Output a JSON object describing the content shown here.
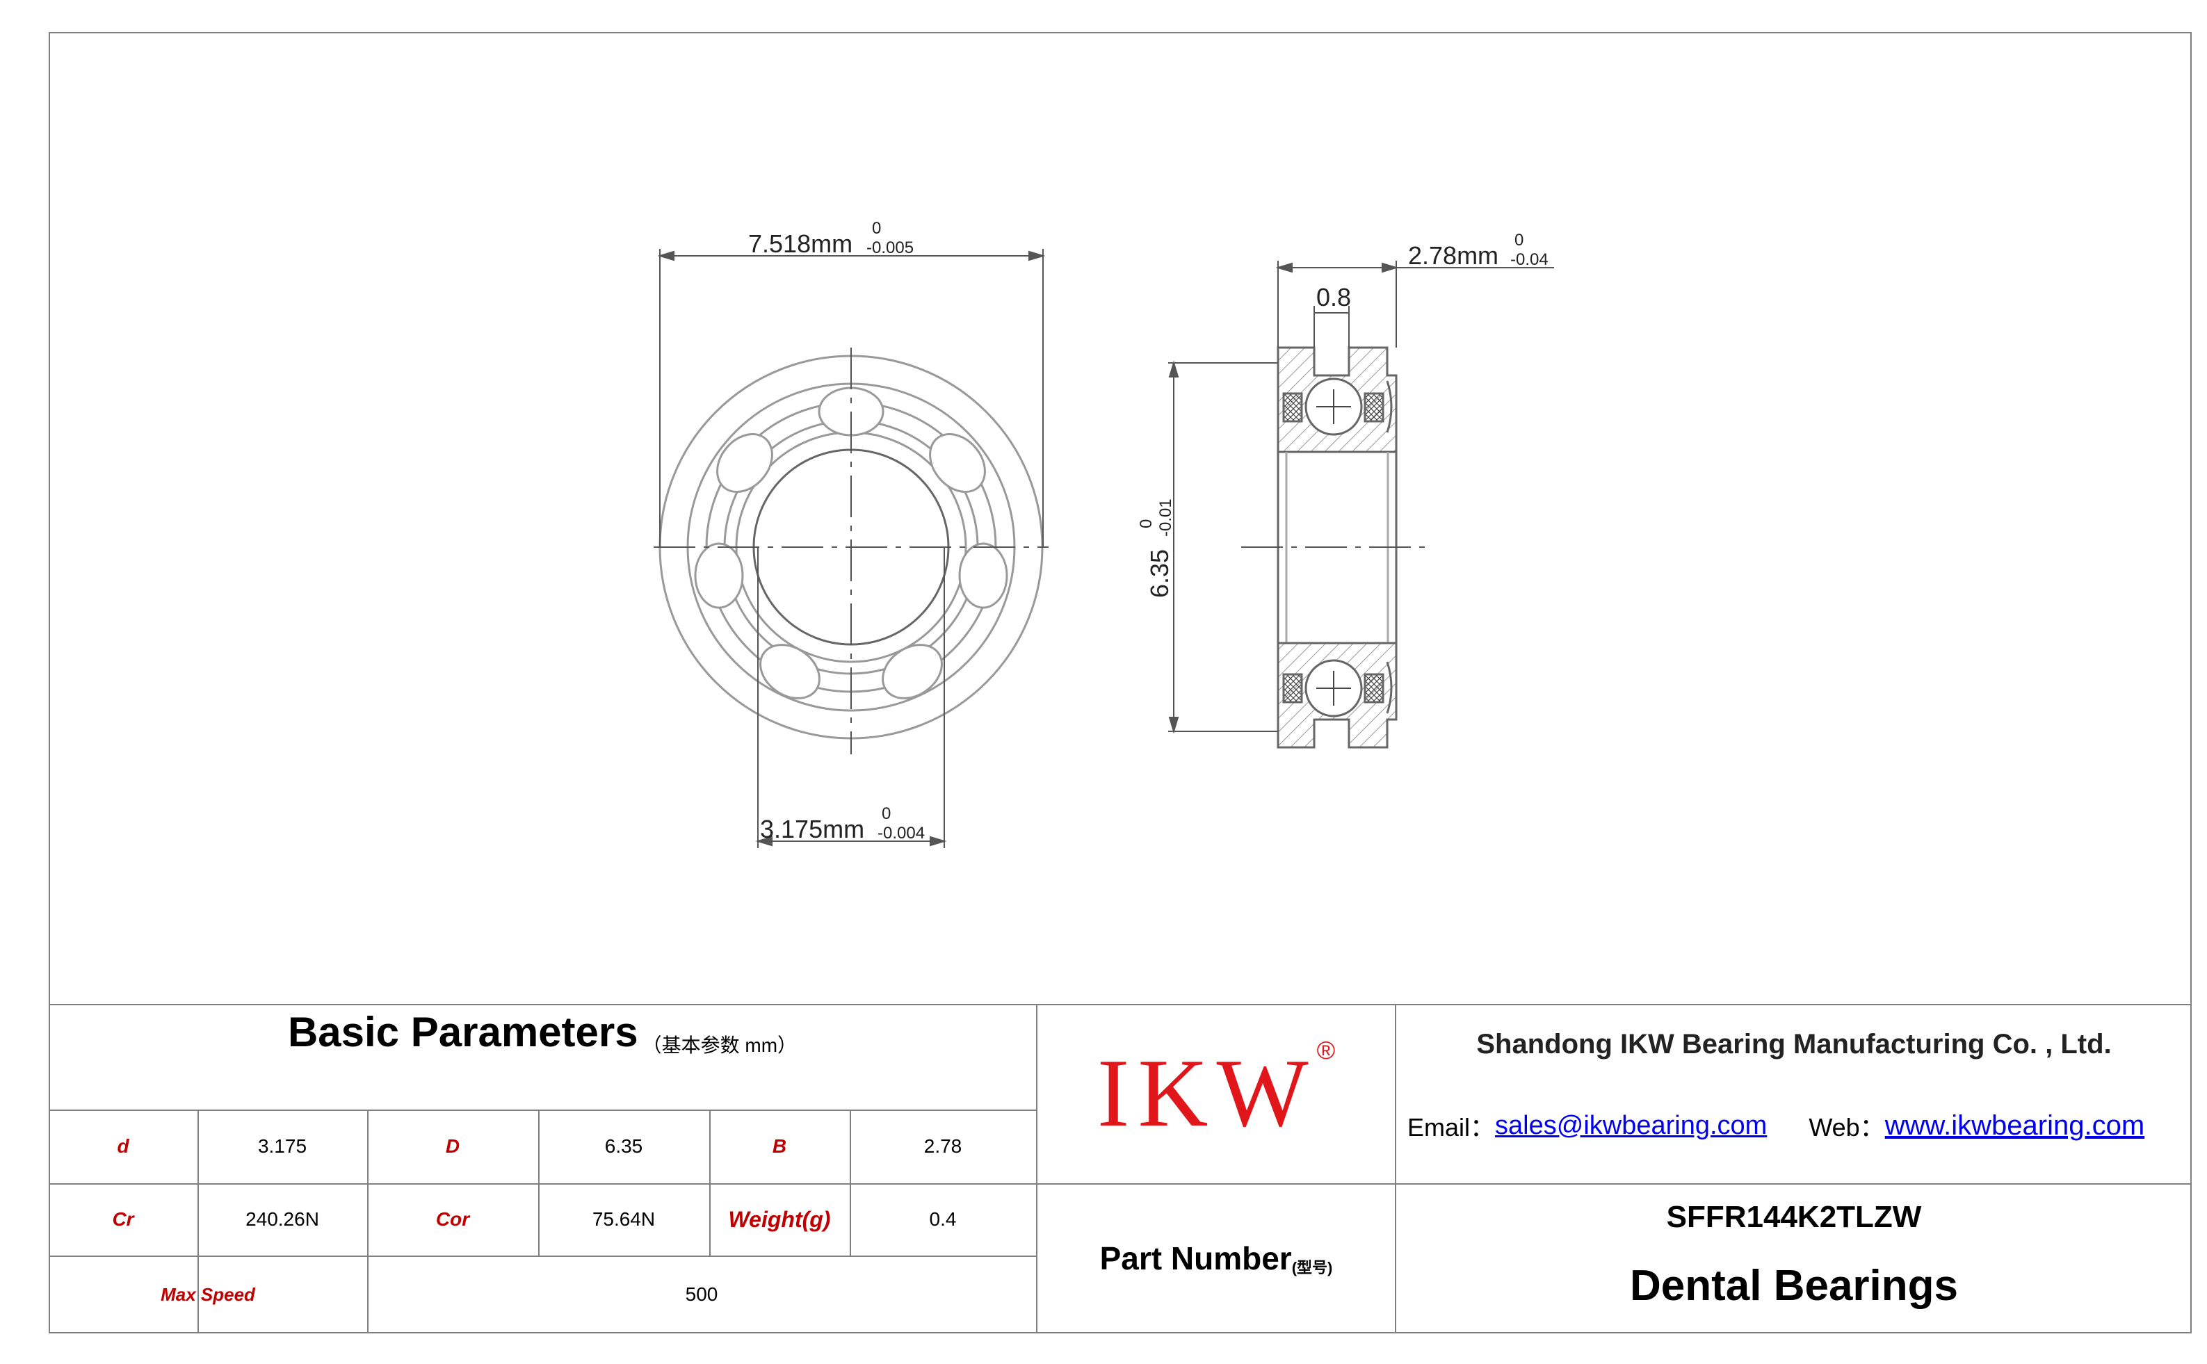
{
  "drawing": {
    "outer_diameter": {
      "value": "7.518mm",
      "tol_upper": "0",
      "tol_lower": "-0.005"
    },
    "inner_diameter": {
      "value": "3.175mm",
      "tol_upper": "0",
      "tol_lower": "-0.004"
    },
    "width": {
      "value": "2.78mm",
      "tol_upper": "0",
      "tol_lower": "-0.04"
    },
    "flange_width": {
      "value": "0.8"
    },
    "flange_diameter": {
      "value": "6.35",
      "tol_upper": "0",
      "tol_lower": "-0.01"
    }
  },
  "table": {
    "title": "Basic Parameters",
    "title_note": "（基本参数 mm）",
    "rows": [
      [
        {
          "label": "d",
          "value": "3.175"
        },
        {
          "label": "D",
          "value": "6.35"
        },
        {
          "label": "B",
          "value": "2.78"
        }
      ],
      [
        {
          "label": "Cr",
          "value": "240.26N"
        },
        {
          "label": "Cor",
          "value": "75.64N"
        },
        {
          "label": "Weight(g)",
          "value": "0.4"
        }
      ]
    ],
    "max_speed": {
      "label": "Max Speed",
      "value": "500"
    }
  },
  "brand": {
    "logo": "IKW",
    "registered": "®",
    "brand_color": "#e0161b"
  },
  "company": {
    "name": "Shandong IKW Bearing Manufacturing Co. , Ltd.",
    "email_label": "Email：",
    "email": "sales@ikwbearing.com",
    "web_label": "Web：",
    "web": "www.ikwbearing.com",
    "link_color": "#0000ee"
  },
  "part": {
    "label": "Part Number",
    "label_note": "(型号)",
    "number": "SFFR144K2TLZW",
    "name": "Dental Bearings"
  }
}
